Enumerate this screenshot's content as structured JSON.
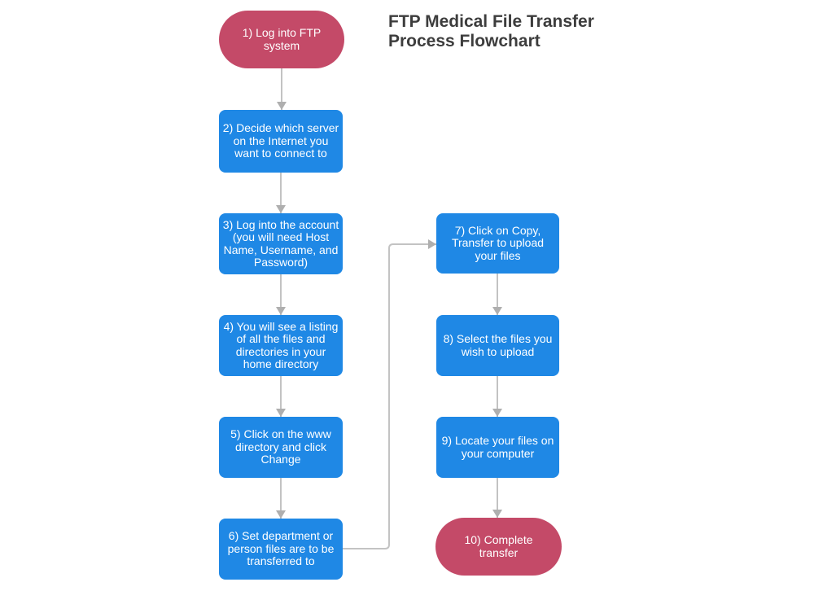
{
  "title": "FTP Medical File Transfer\nProcess Flowchart",
  "colors": {
    "process_fill": "#1F88E5",
    "terminal_fill": "#C44A68",
    "node_text": "#FFFFFF",
    "connector": "#C3C3C3",
    "arrowhead": "#AFAFAF",
    "title_text": "#3D3D3D",
    "background": "#FFFFFF"
  },
  "nodes": [
    {
      "id": 1,
      "type": "terminal",
      "label": "1) Log into FTP\nsystem"
    },
    {
      "id": 2,
      "type": "process",
      "label": "2) Decide which server\non the Internet you\nwant to connect to"
    },
    {
      "id": 3,
      "type": "process",
      "label": "3) Log into the account\n(you will need Host\nName, Username, and\nPassword)"
    },
    {
      "id": 4,
      "type": "process",
      "label": "4) You will see a listing\nof all the files and\ndirectories in your\nhome directory"
    },
    {
      "id": 5,
      "type": "process",
      "label": "5) Click on the www\ndirectory and click\nChange"
    },
    {
      "id": 6,
      "type": "process",
      "label": "6) Set department or\nperson files are to be\ntransferred to"
    },
    {
      "id": 7,
      "type": "process",
      "label": "7) Click on Copy,\nTransfer to upload\nyour files"
    },
    {
      "id": 8,
      "type": "process",
      "label": "8) Select the files you\nwish to upload"
    },
    {
      "id": 9,
      "type": "process",
      "label": "9) Locate your files on\nyour computer"
    },
    {
      "id": 10,
      "type": "terminal",
      "label": "10) Complete\ntransfer"
    }
  ],
  "edges": [
    {
      "from": 1,
      "to": 2
    },
    {
      "from": 2,
      "to": 3
    },
    {
      "from": 3,
      "to": 4
    },
    {
      "from": 4,
      "to": 5
    },
    {
      "from": 5,
      "to": 6
    },
    {
      "from": 6,
      "to": 7
    },
    {
      "from": 7,
      "to": 8
    },
    {
      "from": 8,
      "to": 9
    },
    {
      "from": 9,
      "to": 10
    }
  ]
}
